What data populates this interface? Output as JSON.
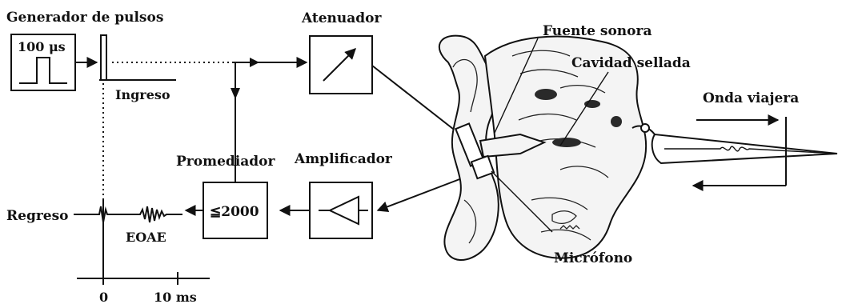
{
  "labels": {
    "pulse_generator": "Generador de pulsos",
    "pulse_duration": "100 μs",
    "attenuator": "Atenuador",
    "sound_source": "Fuente sonora",
    "sealed_cavity": "Cavidad sellada",
    "traveling_wave": "Onda viajera",
    "input": "Ingreso",
    "averager": "Promediador",
    "averager_count": "≦2000",
    "amplifier": "Amplificador",
    "return": "Regreso",
    "eoae": "EOAE",
    "microphone": "Micrófono",
    "time_zero": "0",
    "time_ten": "10 ms"
  },
  "icons": {
    "pulse": "square-pulse-icon",
    "attenuator": "diagonal-arrow-icon",
    "amplifier": "amplifier-triangle-icon",
    "ear": "ear-cross-section",
    "cochlea": "traveling-wave-cone"
  }
}
